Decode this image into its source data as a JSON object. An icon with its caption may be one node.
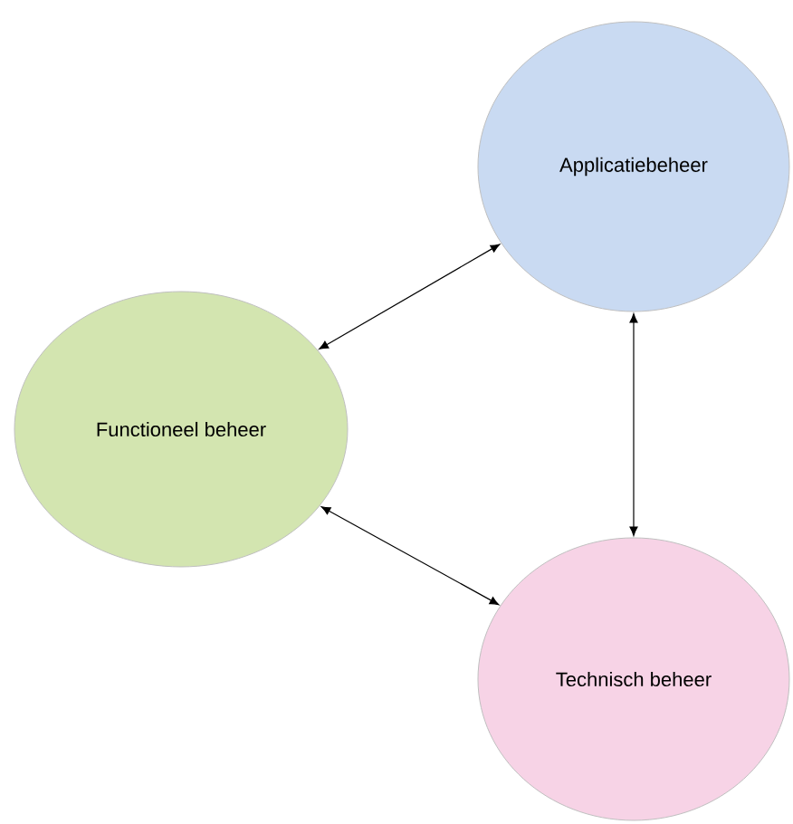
{
  "diagram": {
    "nodes": [
      {
        "text": [
          "Applicatiebeheer"
        ]
      },
      {
        "text": [
          "Functioneel beheer"
        ]
      },
      {
        "text": [
          "Technisch beheer"
        ]
      }
    ],
    "edges": [
      {
        "from": 1,
        "to": 0,
        "arrow": "both"
      },
      {
        "from": 0,
        "to": 2,
        "arrow": "both"
      },
      {
        "from": 1,
        "to": 2,
        "arrow": "both"
      }
    ]
  }
}
